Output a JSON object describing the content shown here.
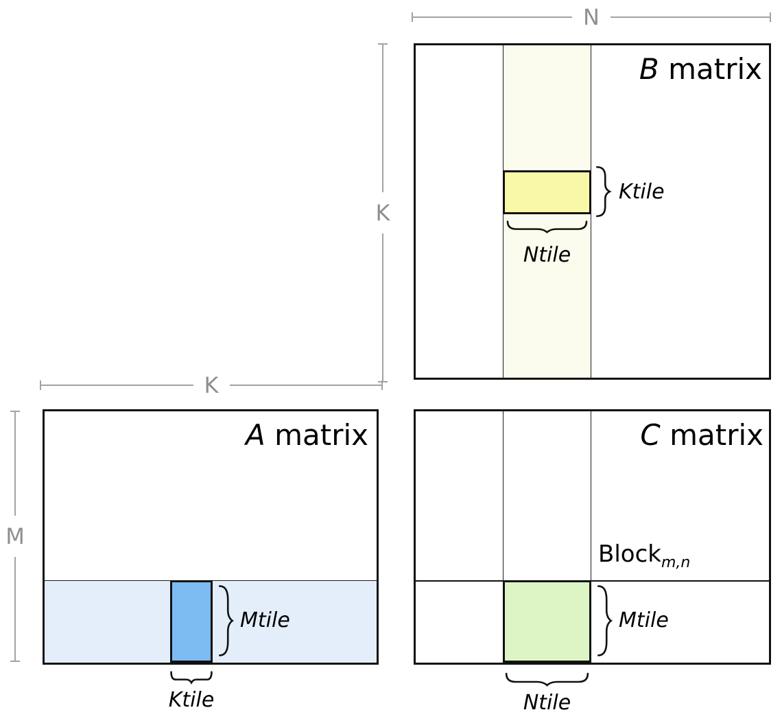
{
  "colors": {
    "border": "#111111",
    "dim_line": "#a2a2a2",
    "dim_label": "#8f8f8f",
    "b_strip": "#fcfcee",
    "b_tile": "#f8f8a6",
    "a_strip": "#e4eefa",
    "a_tile": "#7cbcf2",
    "c_tile": "#ddf5c4"
  },
  "dims": {
    "n": "N",
    "k_vertical": "K",
    "k_horizontal": "K",
    "m": "M"
  },
  "matrix_b": {
    "letter": "B",
    "word": "matrix",
    "ktile": "Ktile",
    "ntile": "Ntile"
  },
  "matrix_a": {
    "letter": "A",
    "word": "matrix",
    "mtile": "Mtile",
    "ktile": "Ktile"
  },
  "matrix_c": {
    "letter": "C",
    "word": "matrix",
    "block_base": "Block",
    "block_sub": "m,n",
    "mtile": "Mtile",
    "ntile": "Ntile"
  }
}
